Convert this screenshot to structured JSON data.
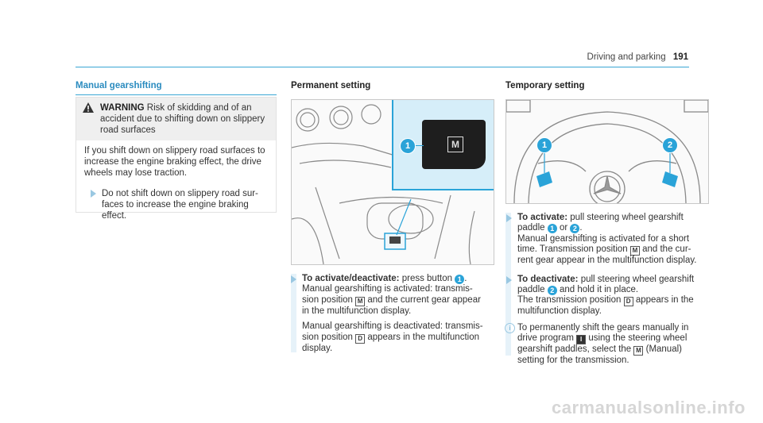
{
  "header": {
    "section": "Driving and parking",
    "page": "191"
  },
  "col1": {
    "title": "Manual gearshifting",
    "warning_label": "WARNING",
    "warning_text_1": "Risk of skidding and of an",
    "warning_text_2": "accident due to shifting down on slippery",
    "warning_text_3": "road surfaces",
    "body_1": "If you shift down on slippery road surfaces to",
    "body_2": "increase the engine braking effect, the drive",
    "body_3": "wheels may lose traction.",
    "step_1": "Do not shift down on slippery road sur-",
    "step_2": "faces to increase the engine braking",
    "step_3": "effect."
  },
  "col2": {
    "title": "Permanent setting",
    "callout_1": "1",
    "callout_symbol": "M",
    "lead": "To activate/deactivate:",
    "l1": "press button",
    "l2": "Manual gearshifting is activated: transmis-",
    "l3a": "sion position",
    "sym_m": "M",
    "l3b": "and the current gear appear",
    "l4": "in the multifunction display.",
    "l5": "Manual gearshifting is deactivated: transmis-",
    "l6a": "sion position",
    "sym_d": "D",
    "l6b": "appears in the multifunction",
    "l7": "display."
  },
  "col3": {
    "title": "Temporary setting",
    "callout_1": "1",
    "callout_2": "2",
    "act_lead": "To activate:",
    "a1": "pull steering wheel gearshift",
    "a2a": "paddle",
    "a2b": "or",
    "a3": "Manual gearshifting is activated for a short",
    "a4a": "time. Transmission position",
    "sym_m": "M",
    "a4b": "and the cur-",
    "a5": "rent gear appear in the multifunction display.",
    "deact_lead": "To deactivate:",
    "d1": "pull steering wheel gearshift",
    "d2a": "paddle",
    "d2b": "and hold it in place.",
    "d3a": "The transmission position",
    "sym_d": "D",
    "d3b": "appears in the",
    "d4": "multifunction display.",
    "i1": "To permanently shift the gears manually in",
    "i2a": "drive program",
    "sym_i": "I",
    "i2b": "using the steering wheel",
    "i3a": "gearshift paddles, select the",
    "i3b": "(Manual)",
    "i4": "setting for the transmission."
  },
  "watermark": "carmanualsonline.info"
}
